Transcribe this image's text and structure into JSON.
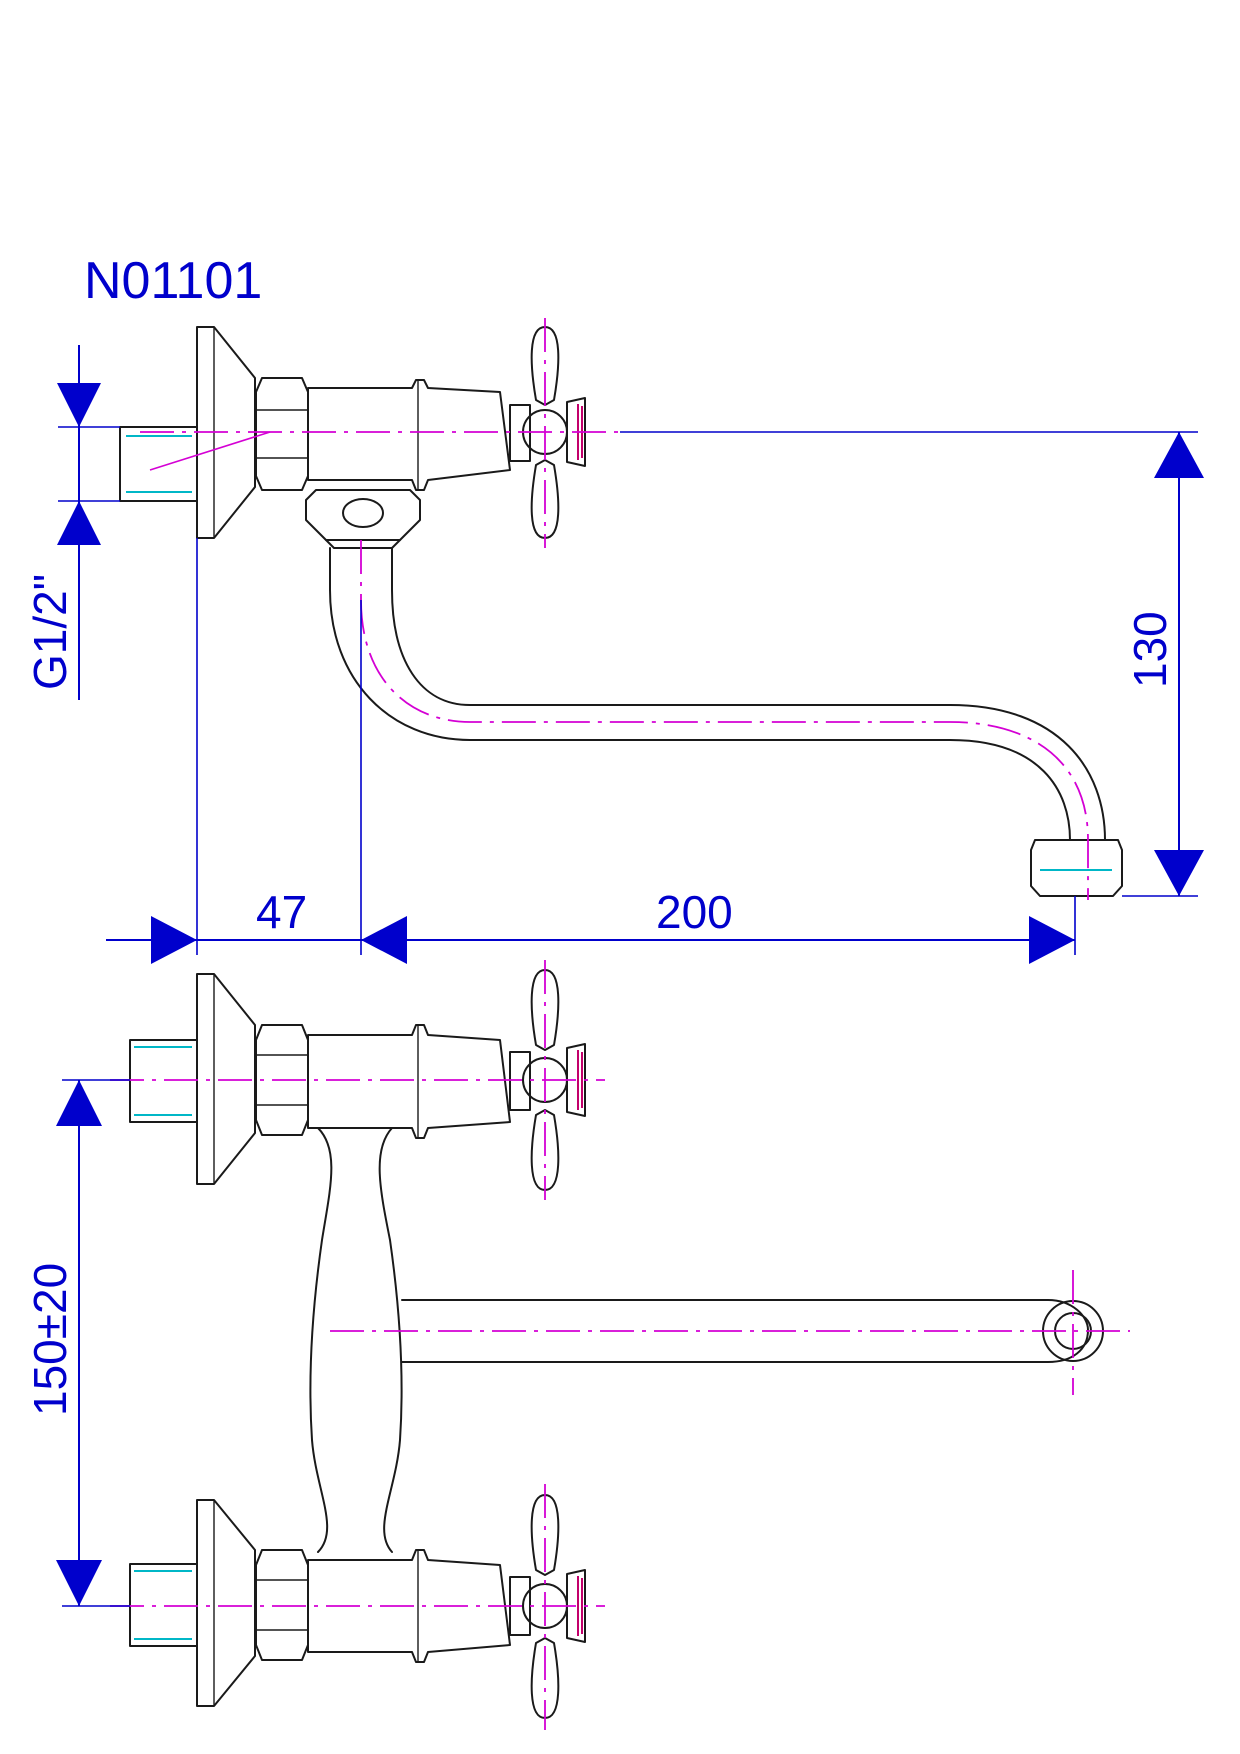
{
  "model_code": "N01101",
  "dimensions": {
    "thread": "G1/2\"",
    "wall_to_body": "47",
    "spout_reach": "200",
    "spout_height": "130",
    "inlet_spacing": "150±20"
  },
  "colors": {
    "dimension": "#0000cc",
    "center_line": "#d400d4",
    "outline": "#1a1a1a",
    "thread_mark": "#00b7c7",
    "knurl_mark": "#c2006b"
  }
}
